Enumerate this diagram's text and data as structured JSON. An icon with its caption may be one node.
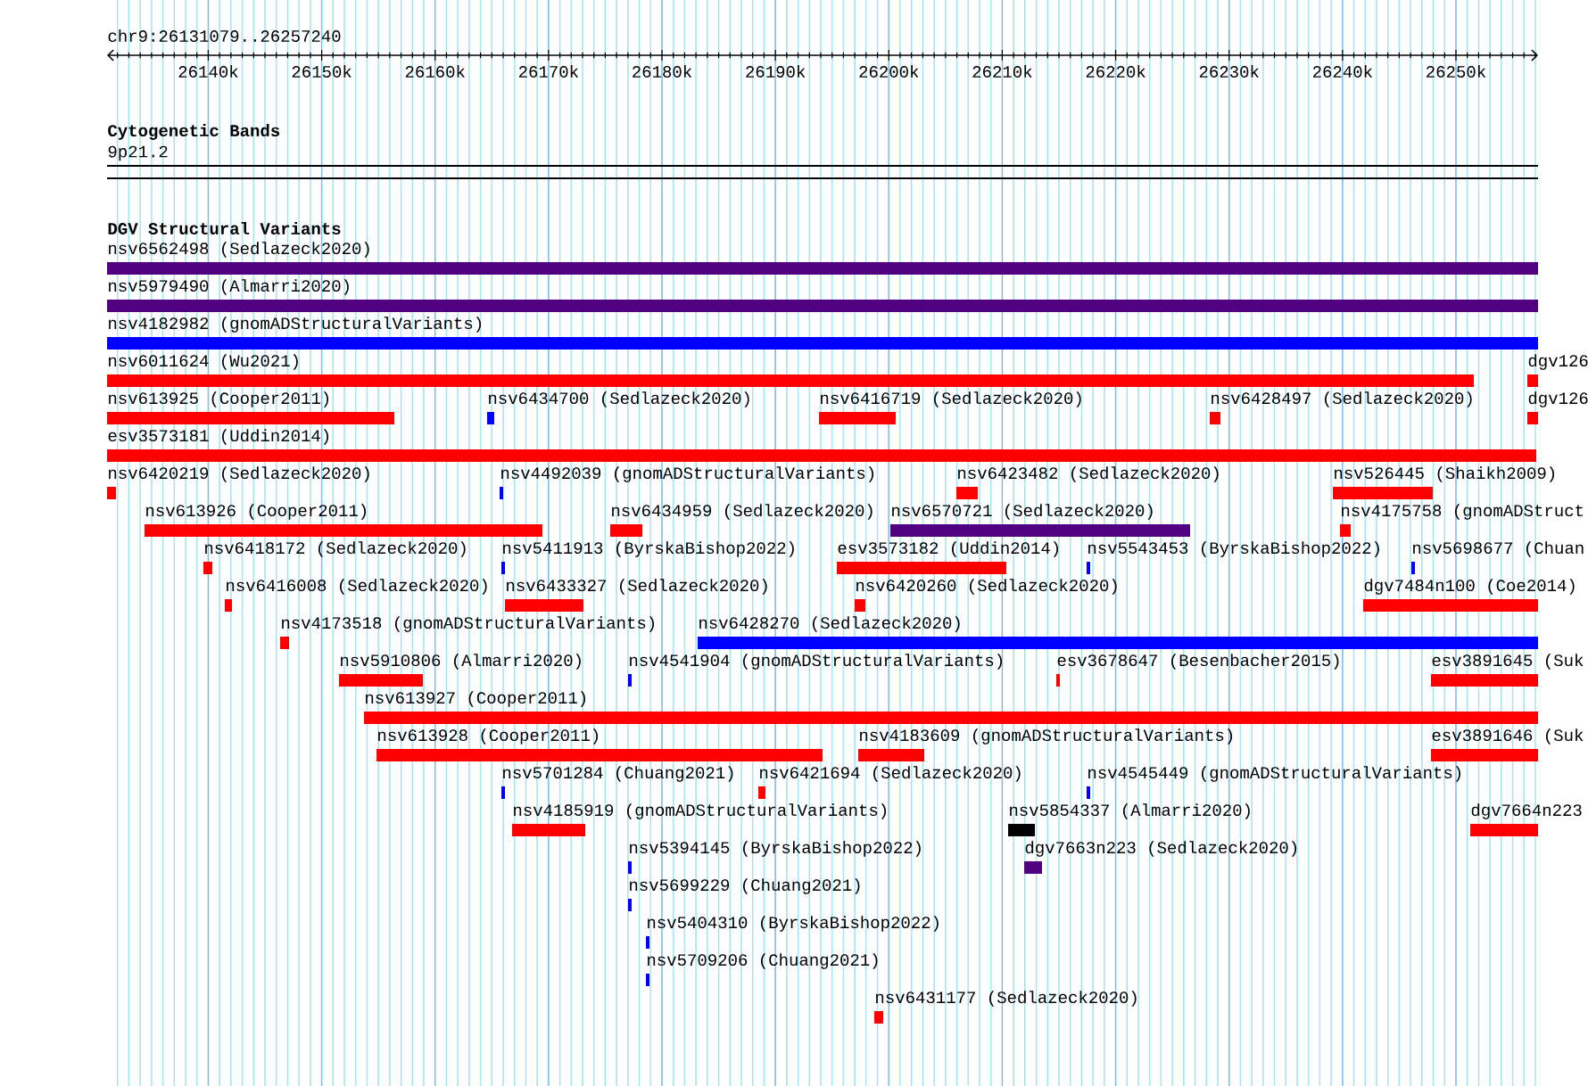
{
  "diagram": {
    "nodes": [
      {
        "text": [
          "nsv6562498 (Sedlazeck2020)"
        ]
      },
      {
        "text": [
          "nsv5979490 (Almarri2020)"
        ]
      },
      {
        "text": [
          "nsv4182982 (gnomADStructuralVariants)"
        ]
      },
      {
        "text": [
          "nsv6011624 (Wu2021)"
        ]
      },
      {
        "text": [
          "dgv126"
        ]
      },
      {
        "text": [
          "nsv613925 (Cooper2011)"
        ]
      },
      {
        "text": [
          "nsv6434700 (Sedlazeck2020)"
        ]
      },
      {
        "text": [
          "nsv6416719 (Sedlazeck2020)"
        ]
      },
      {
        "text": [
          "nsv6428497 (Sedlazeck2020)"
        ]
      },
      {
        "text": [
          "dgv126"
        ]
      },
      {
        "text": [
          "esv3573181 (Uddin2014)"
        ]
      },
      {
        "text": [
          "nsv6420219 (Sedlazeck2020)"
        ]
      },
      {
        "text": [
          "nsv4492039 (gnomADStructuralVariants)"
        ]
      },
      {
        "text": [
          "nsv6423482 (Sedlazeck2020)"
        ]
      },
      {
        "text": [
          "nsv526445 (Shaikh2009)"
        ]
      },
      {
        "text": [
          "nsv613926 (Cooper2011)"
        ]
      },
      {
        "text": [
          "nsv6434959 (Sedlazeck2020)"
        ]
      },
      {
        "text": [
          "nsv6570721 (Sedlazeck2020)"
        ]
      },
      {
        "text": [
          "nsv4175758 (gnomADStruct"
        ]
      },
      {
        "text": [
          "nsv6418172 (Sedlazeck2020)"
        ]
      },
      {
        "text": [
          "nsv5411913 (ByrskaBishop2022)"
        ]
      },
      {
        "text": [
          "esv3573182 (Uddin2014)"
        ]
      },
      {
        "text": [
          "nsv5543453 (ByrskaBishop2022)"
        ]
      },
      {
        "text": [
          "nsv5698677 (Chuan"
        ]
      },
      {
        "text": [
          "nsv6416008 (Sedlazeck2020)"
        ]
      },
      {
        "text": [
          "nsv6433327 (Sedlazeck2020)"
        ]
      },
      {
        "text": [
          "nsv6420260 (Sedlazeck2020)"
        ]
      },
      {
        "text": [
          "dgv7484n100 (Coe2014)"
        ]
      },
      {
        "text": [
          "nsv4173518 (gnomADStructuralVariants)"
        ]
      },
      {
        "text": [
          "nsv6428270 (Sedlazeck2020)"
        ]
      },
      {
        "text": [
          "nsv5910806 (Almarri2020)"
        ]
      },
      {
        "text": [
          "nsv4541904 (gnomADStructuralVariants)"
        ]
      },
      {
        "text": [
          "esv3678647 (Besenbacher2015)"
        ]
      },
      {
        "text": [
          "esv3891645 (Suk"
        ]
      },
      {
        "text": [
          "nsv613927 (Cooper2011)"
        ]
      },
      {
        "text": [
          "nsv613928 (Cooper2011)"
        ]
      },
      {
        "text": [
          "nsv4183609 (gnomADStructuralVariants)"
        ]
      },
      {
        "text": [
          "esv3891646 (Suk"
        ]
      },
      {
        "text": [
          "nsv5701284 (Chuang2021)"
        ]
      },
      {
        "text": [
          "nsv6421694 (Sedlazeck2020)"
        ]
      },
      {
        "text": [
          "nsv4545449 (gnomADStructuralVariants)"
        ]
      },
      {
        "text": [
          "nsv4185919 (gnomADStructuralVariants)"
        ]
      },
      {
        "text": [
          "nsv5854337 (Almarri2020)"
        ]
      },
      {
        "text": [
          "dgv7664n223"
        ]
      },
      {
        "text": [
          "nsv5394145 (ByrskaBishop2022)"
        ]
      },
      {
        "text": [
          "dgv7663n223 (Sedlazeck2020)"
        ]
      },
      {
        "text": [
          "nsv5699229 (Chuang2021)"
        ]
      },
      {
        "text": [
          "nsv5404310 (ByrskaBishop2022)"
        ]
      },
      {
        "text": [
          "nsv5709206 (Chuang2021)"
        ]
      },
      {
        "text": [
          "nsv6431177 (Sedlazeck2020)"
        ]
      }
    ],
    "labels": [
      "chr9:26131079..26257240",
      "26140k",
      "26150k",
      "26160k",
      "26170k",
      "26180k",
      "26190k",
      "26200k",
      "26210k",
      "26220k",
      "26230k",
      "26240k",
      "26250k",
      "Cytogenetic Bands",
      "9p21.2",
      "DGV Structural Variants"
    ]
  }
}
